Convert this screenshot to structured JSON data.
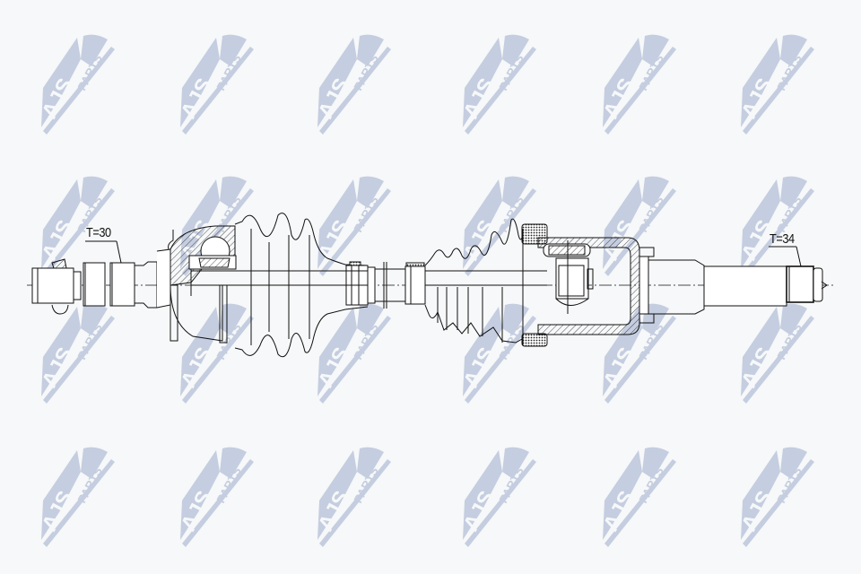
{
  "drawing": {
    "type": "cv-drive-shaft-technical-drawing",
    "left_label": "T=30",
    "right_label": "T=34"
  },
  "watermark": {
    "text_main": "AJS",
    "text_sub": "PARTS",
    "color": "#c5cde0",
    "columns_x": [
      38,
      193,
      346,
      508,
      664,
      818
    ],
    "rows_y": [
      30,
      188,
      330,
      490
    ]
  },
  "colors": {
    "background": "#f6f8f9",
    "line": "#111111"
  }
}
